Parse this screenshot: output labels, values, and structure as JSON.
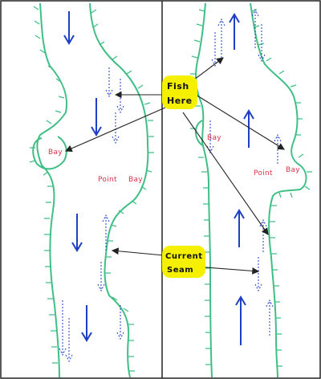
{
  "callouts": {
    "fish_line1": "Fish",
    "fish_line2": "Here",
    "seam_line1": "Current",
    "seam_line2": "Seam"
  },
  "places": {
    "left_bay": "Bay",
    "left_point": "Point",
    "left_bay2": "Bay",
    "right_bay_upper": "Bay",
    "right_point": "Point",
    "right_bay_lower": "Bay"
  },
  "colors": {
    "bank": "#3fbf86",
    "arrow": "#1f3fc4",
    "label": "#d8334a",
    "highlight": "#f4f000",
    "frame": "#222222"
  },
  "flow": {
    "left_panel": "downstream",
    "right_panel": "upstream"
  }
}
